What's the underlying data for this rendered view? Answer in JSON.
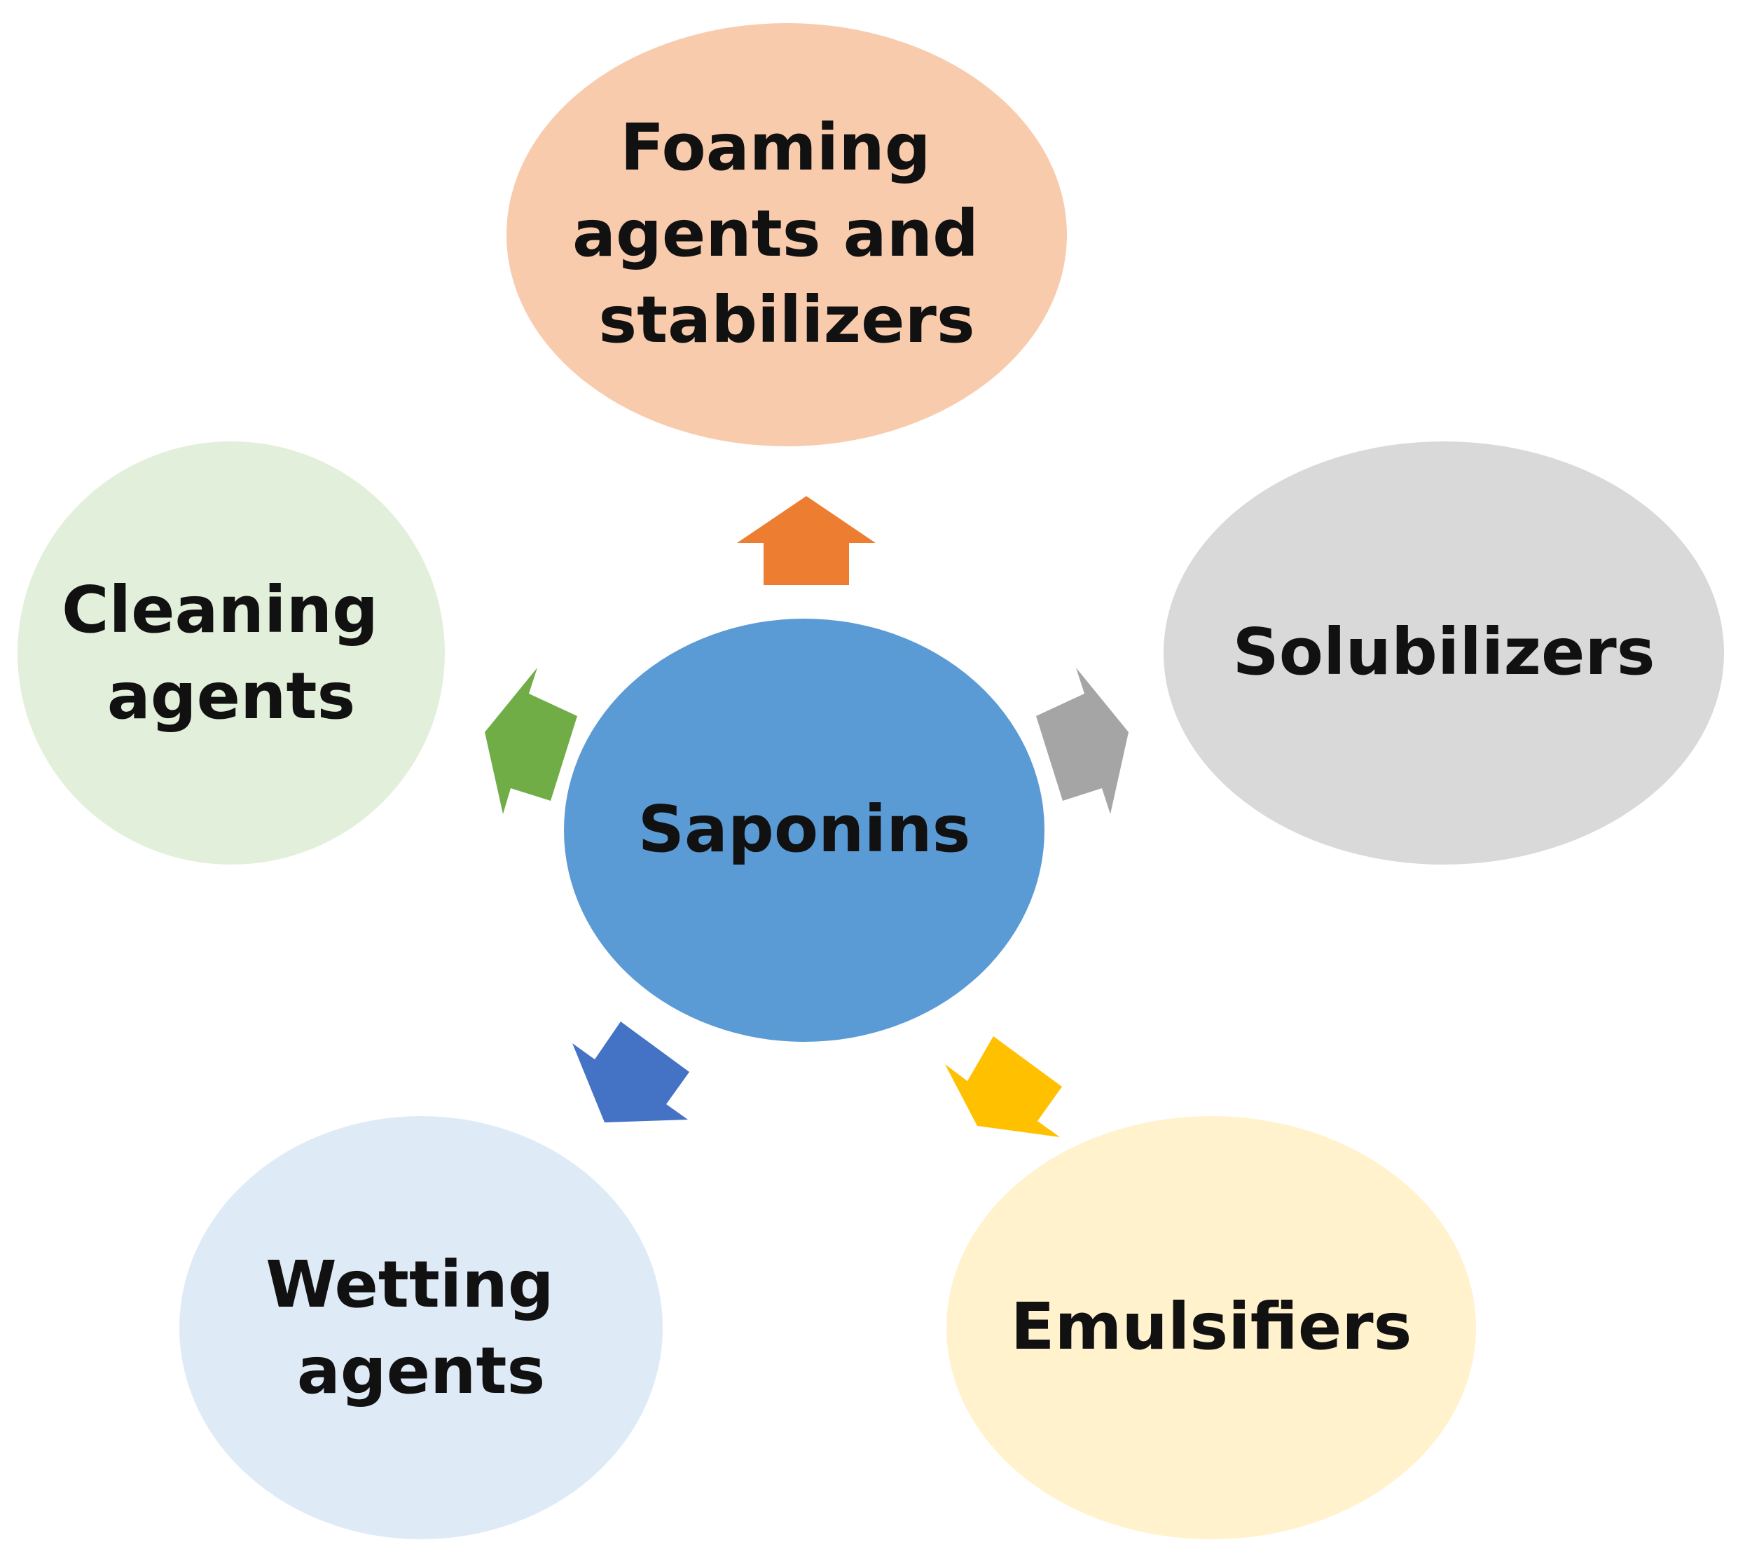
{
  "center": {
    "label": "Saponins",
    "color": "#5b9bd5"
  },
  "nodes": [
    {
      "id": "foaming",
      "lines": [
        "Foaming",
        "agents and",
        "stabilizers"
      ],
      "fill": "#f8cbad",
      "arrow_color": "#ed7d31"
    },
    {
      "id": "solubilizers",
      "lines": [
        "Solubilizers"
      ],
      "fill": "#d9d9d9",
      "arrow_color": "#a5a5a5"
    },
    {
      "id": "emulsifiers",
      "lines": [
        "Emulsifiers"
      ],
      "fill": "#fff2cc",
      "arrow_color": "#ffc000"
    },
    {
      "id": "wetting",
      "lines": [
        "Wetting",
        "agents"
      ],
      "fill": "#deebf7",
      "arrow_color": "#4472c4"
    },
    {
      "id": "cleaning",
      "lines": [
        "Cleaning",
        "agents"
      ],
      "fill": "#e2efda",
      "arrow_color": "#70ad47"
    }
  ]
}
